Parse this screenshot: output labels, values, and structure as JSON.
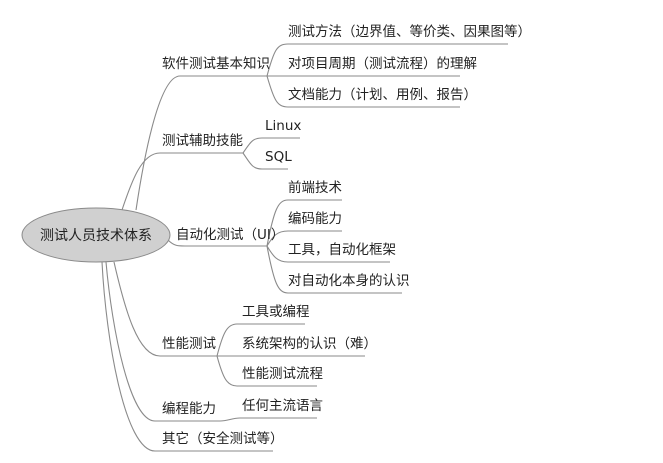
{
  "root": {
    "label": "测试人员技术体系",
    "fill": "#d0d0d0"
  },
  "branches": [
    {
      "label": "软件测试基本知识",
      "children": [
        "测试方法（边界值、等价类、因果图等）",
        "对项目周期（测试流程）的理解",
        "文档能力（计划、用例、报告）"
      ]
    },
    {
      "label": "测试辅助技能",
      "children": [
        "Linux",
        "SQL"
      ]
    },
    {
      "label": "自动化测试（UI）",
      "children": [
        "前端技术",
        "编码能力",
        "工具，自动化框架",
        "对自动化本身的认识"
      ]
    },
    {
      "label": "性能测试",
      "children": [
        "工具或编程",
        "系统架构的认识（难）",
        "性能测试流程"
      ]
    },
    {
      "label": "编程能力",
      "children": [
        "任何主流语言"
      ]
    },
    {
      "label": "其它（安全测试等）",
      "children": []
    }
  ]
}
